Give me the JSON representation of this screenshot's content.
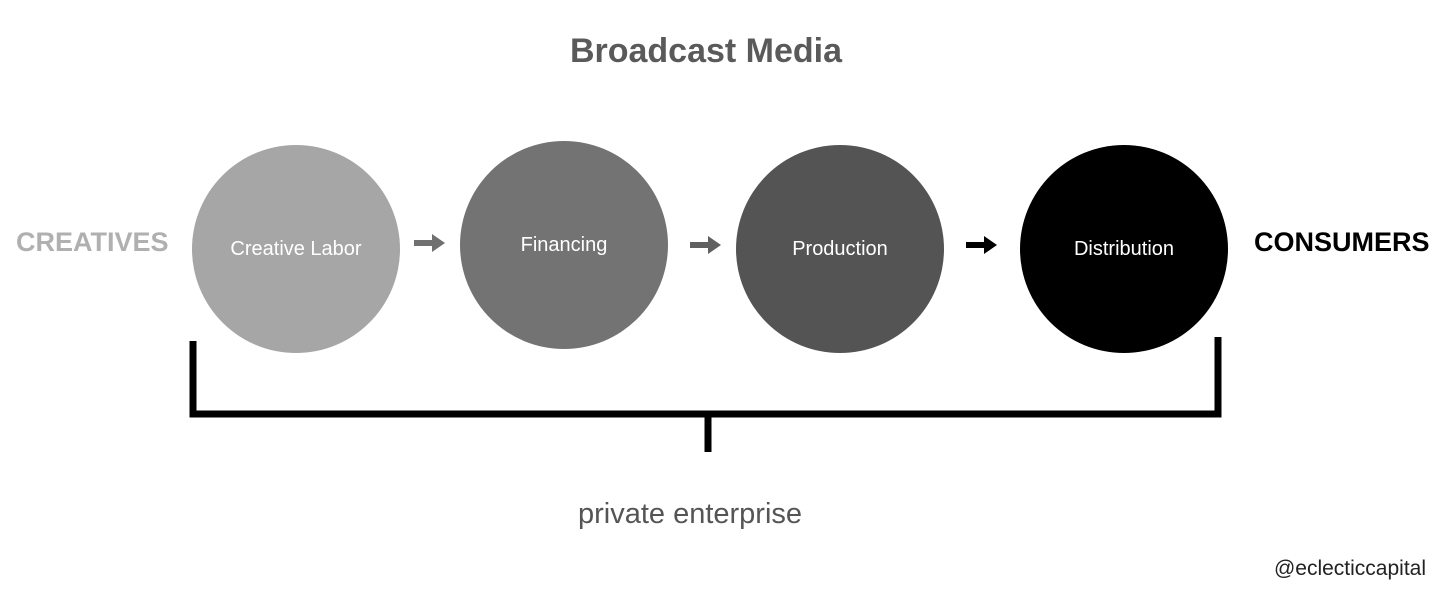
{
  "title": "Broadcast Media",
  "left_label": "CREATIVES",
  "right_label": "CONSUMERS",
  "stages": [
    {
      "label": "Creative Labor",
      "color": "#a6a6a6"
    },
    {
      "label": "Financing",
      "color": "#737373"
    },
    {
      "label": "Production",
      "color": "#545454"
    },
    {
      "label": "Distribution",
      "color": "#000000"
    }
  ],
  "arrow_colors": [
    "#707070",
    "#606060",
    "#000000"
  ],
  "bracket_label": "private enterprise",
  "handle": "@eclecticcapital"
}
